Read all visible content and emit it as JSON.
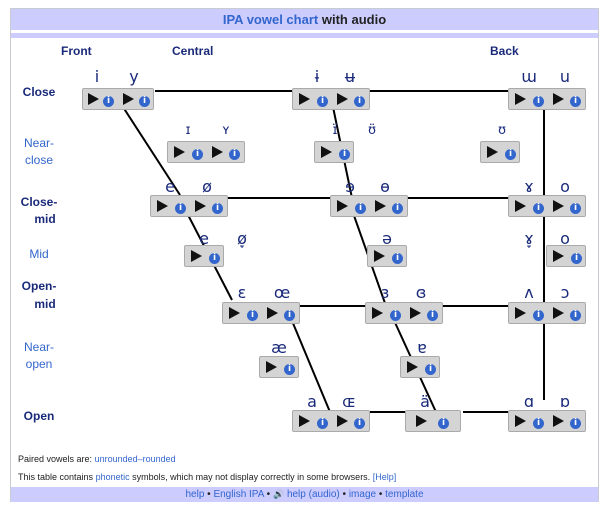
{
  "title": {
    "link": "IPA vowel chart",
    "rest": "with audio"
  },
  "columns": {
    "front": "Front",
    "central": "Central",
    "back": "Back"
  },
  "rows": {
    "close": "Close",
    "near_close_1": "Near-",
    "near_close_2": "close",
    "close_mid_1": "Close-",
    "close_mid_2": "mid",
    "mid": "Mid",
    "open_mid_1": "Open-",
    "open_mid_2": "mid",
    "near_open_1": "Near-",
    "near_open_2": "open",
    "open": "Open"
  },
  "vowels": {
    "i": "i",
    "y": "y",
    "i_bar": "ɨ",
    "u_bar": "ʉ",
    "m_turned": "ɯ",
    "u": "u",
    "small_I": "ɪ",
    "small_Y": "ʏ",
    "i_bar_lower": "ɪ̈",
    "u_bar_lower": "ʊ̈",
    "upsilon": "ʊ",
    "e": "e",
    "o_slash": "ø",
    "schwa_close": "ɘ",
    "o_bar": "ɵ",
    "rams_horn": "ɤ",
    "o": "o",
    "e_low": "e̞",
    "o_slash_low": "ø̞",
    "schwa": "ə",
    "rams_horn_low": "ɤ̞",
    "o_low": "o̞",
    "epsilon": "ɛ",
    "oe": "œ",
    "rev_epsilon": "ɜ",
    "closed_rev_epsilon": "ɞ",
    "turned_v": "ʌ",
    "open_o": "ɔ",
    "ash": "æ",
    "turned_a": "ɐ",
    "a": "a",
    "OE": "ɶ",
    "a_umlaut": "ä",
    "script_a": "ɑ",
    "turned_script_a": "ɒ"
  },
  "icons": {
    "play": "play-icon",
    "info": "info-icon",
    "info_glyph": "i"
  },
  "footer": {
    "paired_prefix": "Paired vowels are:",
    "paired_link": "unrounded–rounded",
    "note_prefix": "This table contains",
    "note_link": "phonetic",
    "note_suffix": "symbols, which may not display correctly in some browsers.",
    "note_help": "[Help]"
  },
  "bottom": {
    "help": "help",
    "english_ipa": "English IPA",
    "help_audio": "help (audio)",
    "image": "image",
    "template": "template",
    "sep": "•",
    "speaker": "🔊"
  }
}
